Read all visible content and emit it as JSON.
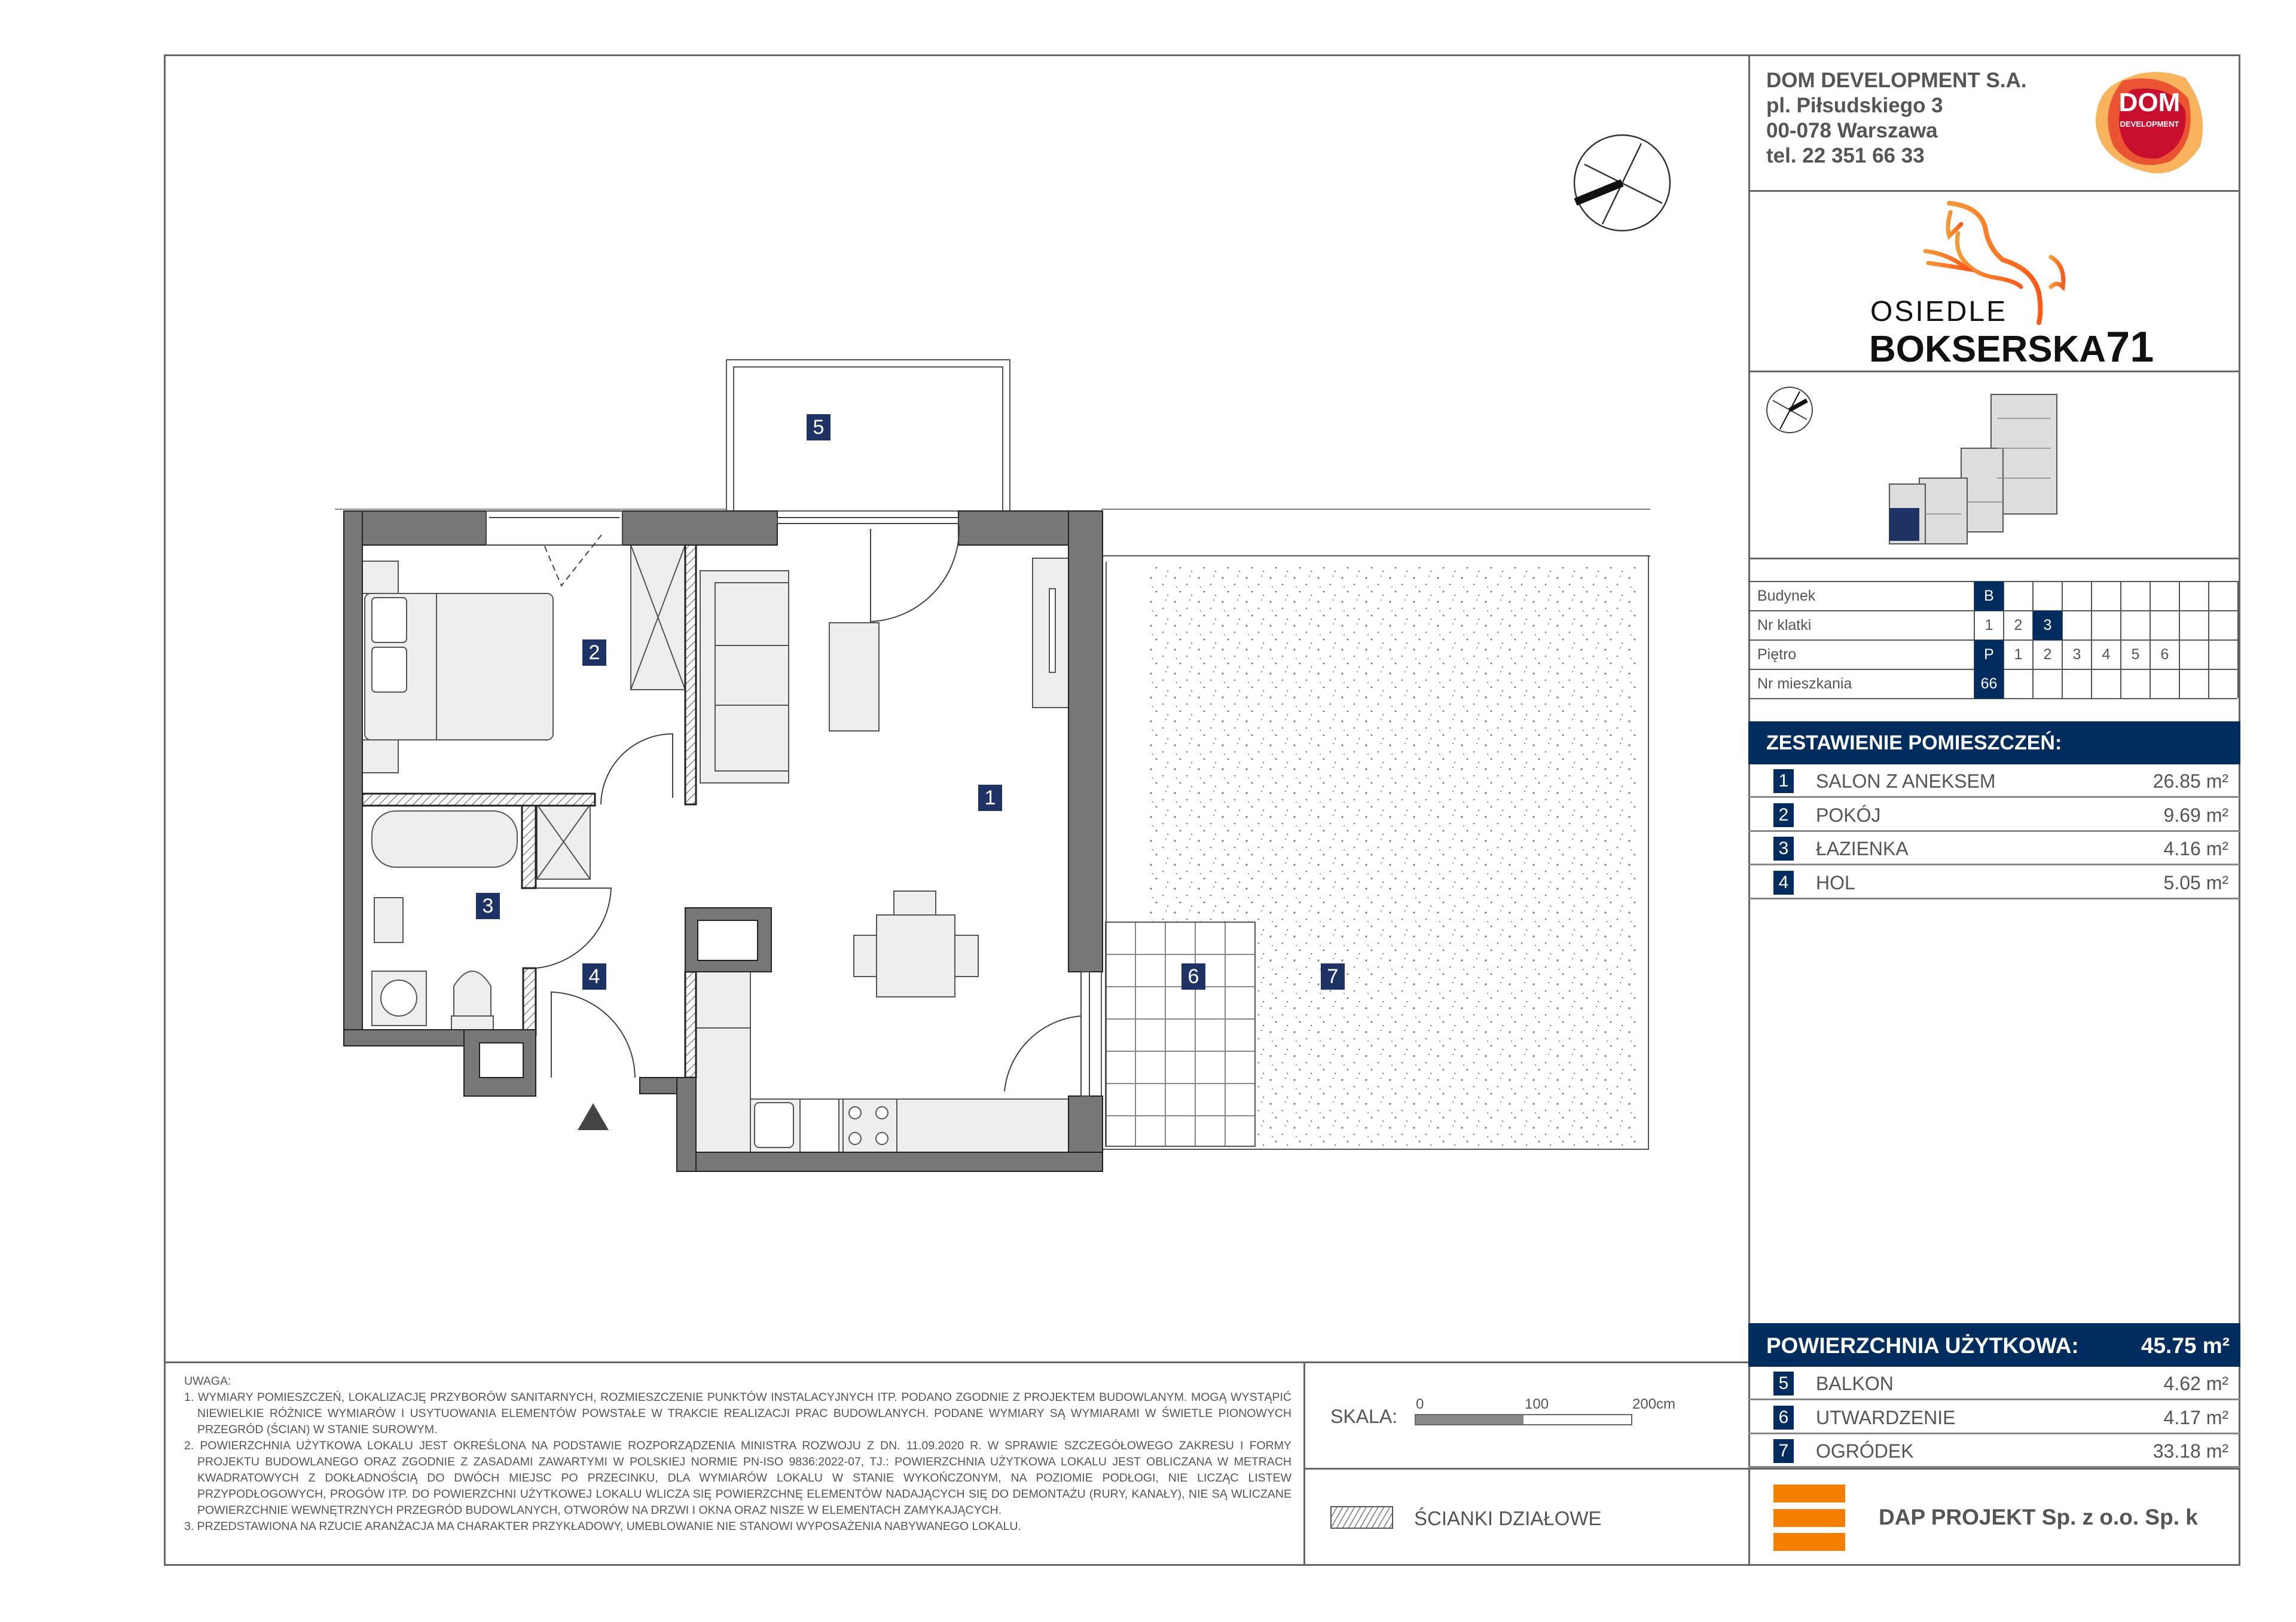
{
  "company": {
    "name": "DOM DEVELOPMENT S.A.",
    "street": "pl. Piłsudskiego 3",
    "city": "00-078 Warszawa",
    "phone": "tel. 22 351 66 33",
    "logo_main": "DOM",
    "logo_sub": "DEVELOPMENT"
  },
  "project": {
    "line1": "OSIEDLE",
    "line2": "BOKSERSKA",
    "number": "71"
  },
  "info_table": {
    "rows": [
      {
        "label": "Budynek",
        "cells": [
          "B",
          "",
          "",
          "",
          "",
          "",
          "",
          "",
          ""
        ],
        "selected": 0
      },
      {
        "label": "Nr klatki",
        "cells": [
          "1",
          "2",
          "3",
          "",
          "",
          "",
          "",
          "",
          ""
        ],
        "selected": 2
      },
      {
        "label": "Piętro",
        "cells": [
          "P",
          "1",
          "2",
          "3",
          "4",
          "5",
          "6",
          "",
          ""
        ],
        "selected": 0
      },
      {
        "label": "Nr mieszkania",
        "cells": [
          "66",
          "",
          "",
          "",
          "",
          "",
          "",
          "",
          ""
        ],
        "selected": 0
      }
    ]
  },
  "rooms_summary": {
    "title": "ZESTAWIENIE POMIESZCZEŃ:",
    "rooms": [
      {
        "num": "1",
        "name": "SALON Z ANEKSEM",
        "area": "26.85 m²"
      },
      {
        "num": "2",
        "name": "POKÓJ",
        "area": "9.69 m²"
      },
      {
        "num": "3",
        "name": "ŁAZIENKA",
        "area": "4.16 m²"
      },
      {
        "num": "4",
        "name": "HOL",
        "area": "5.05 m²"
      }
    ]
  },
  "usable_area": {
    "label": "POWIERZCHNIA UŻYTKOWA:",
    "value": "45.75 m²"
  },
  "extra_areas": [
    {
      "num": "5",
      "name": "BALKON",
      "area": "4.62 m²"
    },
    {
      "num": "6",
      "name": "UTWARDZENIE",
      "area": "4.17 m²"
    },
    {
      "num": "7",
      "name": "OGRÓDEK",
      "area": "33.18 m²"
    }
  ],
  "plan_labels": [
    "1",
    "2",
    "3",
    "4",
    "5",
    "6",
    "7"
  ],
  "scale": {
    "label": "SKALA:",
    "t0": "0",
    "t1": "100",
    "t2": "200cm"
  },
  "legend": {
    "partition_walls": "ŚCIANKI DZIAŁOWE"
  },
  "architect": "DAP PROJEKT Sp. z o.o. Sp. k",
  "notes": {
    "title": "UWAGA:",
    "items": [
      "1. WYMIARY POMIESZCZEŃ, LOKALIZACJĘ PRZYBORÓW SANITARNYCH, ROZMIESZCZENIE PUNKTÓW INSTALACYJNYCH ITP. PODANO ZGODNIE Z PROJEKTEM BUDOWLANYM. MOGĄ WYSTĄPIĆ NIEWIELKIE RÓŻNICE WYMIARÓW I USYTUOWANIA ELEMENTÓW POWSTAŁE W TRAKCIE REALIZACJI PRAC BUDOWLANYCH. PODANE WYMIARY SĄ WYMIARAMI W ŚWIETLE PIONOWYCH PRZEGRÓD (ŚCIAN) W STANIE SUROWYM.",
      "2. POWIERZCHNIA UŻYTKOWA LOKALU JEST OKREŚLONA NA PODSTAWIE ROZPORZĄDZENIA MINISTRA ROZWOJU Z DN. 11.09.2020 R. W SPRAWIE SZCZEGÓŁOWEGO ZAKRESU I FORMY PROJEKTU BUDOWLANEGO ORAZ ZGODNIE Z ZASADAMI ZAWARTYMI W POLSKIEJ NORMIE PN-ISO 9836:2022-07, TJ.: POWIERZCHNIA UŻYTKOWA LOKALU JEST OBLICZANA W METRACH KWADRATOWYCH Z DOKŁADNOŚCIĄ DO DWÓCH MIEJSC PO PRZECINKU, DLA WYMIARÓW LOKALU W STANIE WYKOŃCZONYM, NA POZIOMIE PODŁOGI, NIE LICZĄC LISTEW PRZYPODŁOGOWYCH, PROGÓW ITP. DO POWIERZCHNI UŻYTKOWEJ LOKALU WLICZA SIĘ POWIERZCHNĘ ELEMENTÓW NADAJĄCYCH SIĘ DO DEMONTAŻU (RURY, KANAŁY), NIE SĄ WLICZANE POWIERZCHNIE WEWNĘTRZNYCH PRZEGRÓD BUDOWLANYCH, OTWORÓW NA DRZWI I OKNA ORAZ NISZE W ELEMENTACH ZAMYKAJĄCYCH.",
      "3. PRZEDSTAWIONA NA RZUCIE ARANŻACJA MA CHARAKTER PRZYKŁADOWY, UMEBLOWANIE NIE STANOWI WYPOSAŻENIA NABYWANEGO LOKALU."
    ]
  },
  "colors": {
    "navy": "#002d5e",
    "badge": "#1f3264",
    "wall": "#777777",
    "orange": "#f57f00"
  }
}
